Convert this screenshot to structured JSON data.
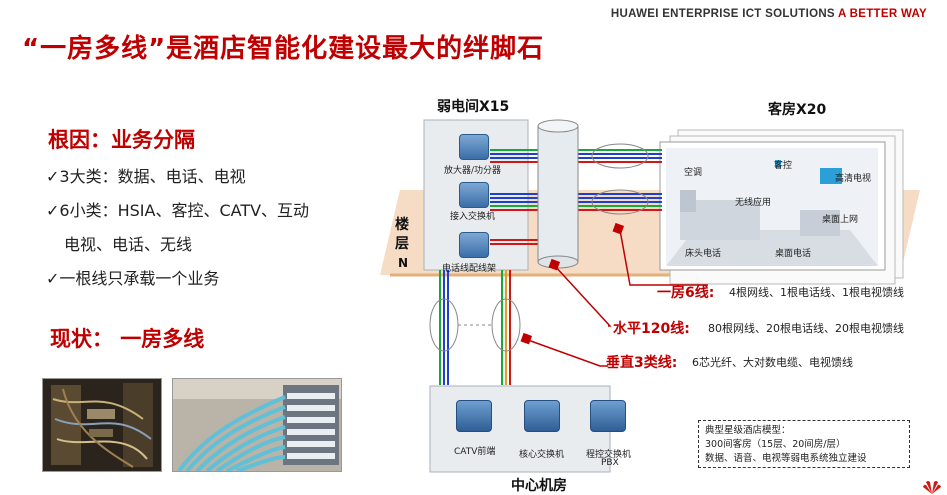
{
  "header": {
    "brand_main": "HUAWEI ENTERPRISE ICT SOLUTIONS ",
    "brand_accent": "A BETTER WAY",
    "title": "“一房多线”是酒店智能化建设最大的绊脚石"
  },
  "left": {
    "root_cause_heading": "根因：业务分隔",
    "bullets": [
      "✓3大类：数据、电话、电视",
      "✓6小类：HSIA、客控、CATV、互动",
      "电视、电话、无线",
      "✓一根线只承载一个业务"
    ],
    "status_heading": "现状： 一房多线"
  },
  "diagram": {
    "weak_room_label": "弱电间X15",
    "guest_room_label": "客房X20",
    "floor_label_top": "楼",
    "floor_label_mid": "层",
    "floor_label_n": "N",
    "weak_devices": [
      "放大器/功分器",
      "接入交换机",
      "电话线配线架"
    ],
    "room_tags": [
      "空调",
      "客控",
      "无线应用",
      "高清电视",
      "桌面上网",
      "床头电话",
      "桌面电话"
    ],
    "central_label": "中心机房",
    "central_devices": [
      "CATV前端",
      "核心交换机",
      "程控交换机"
    ],
    "pbx_label": "PBX",
    "callouts": [
      {
        "tag": "一房6线:",
        "desc": "4根网线、1根电话线、1根电视馈线"
      },
      {
        "tag": "水平120线:",
        "desc": "80根网线、20根电话线、20根电视馈线"
      },
      {
        "tag": "垂直3类线:",
        "desc": "6芯光纤、大对数电缆、电视馈线"
      }
    ],
    "note_lines": [
      "典型星级酒店模型：",
      "300间客房（15层、20间房/层）",
      "数据、语音、电视等弱电系统独立建设"
    ]
  },
  "colors": {
    "accent": "#c00000",
    "floor_band": "#f6dcc4",
    "cable_blue": "#1f3fd0",
    "cable_green": "#18a83a",
    "cable_red": "#d01818"
  }
}
